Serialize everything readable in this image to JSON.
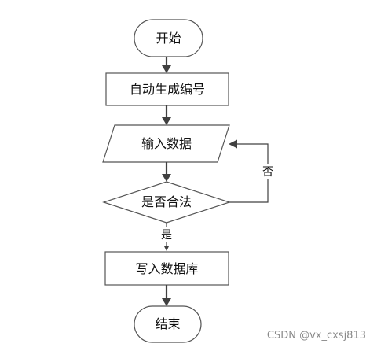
{
  "nodes": {
    "start": "开始",
    "auto_number": "自动生成编号",
    "input_data": "输入数据",
    "is_valid": "是否合法",
    "write_db": "写入数据库",
    "end": "结束"
  },
  "edges": {
    "yes_label": "是",
    "no_label": "否"
  },
  "watermark": "CSDN @vx_cxsj813"
}
